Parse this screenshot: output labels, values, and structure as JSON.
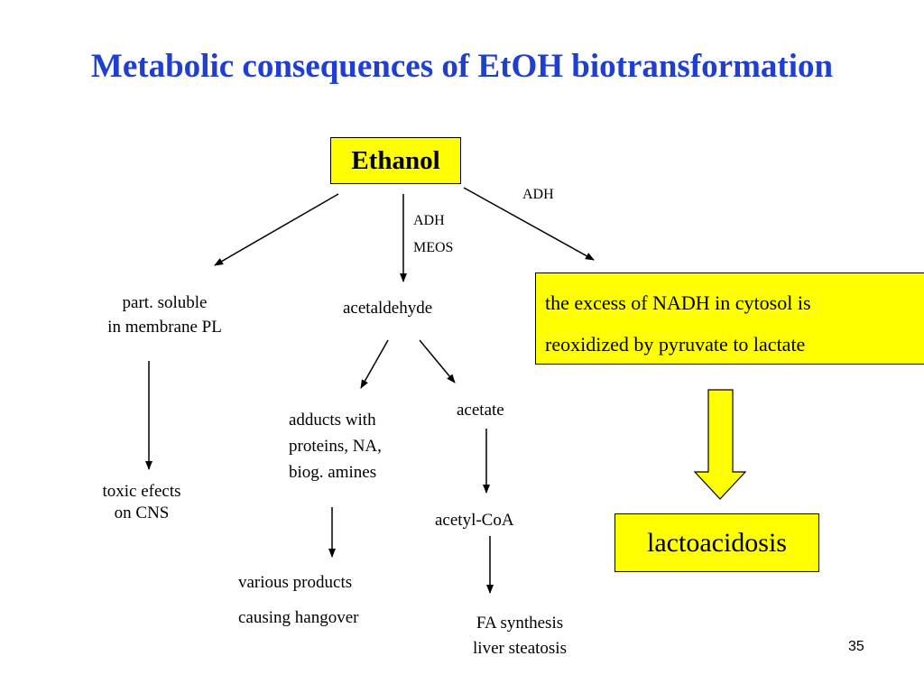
{
  "title": "Metabolic consequences of EtOH biotransformation",
  "nodes": {
    "ethanol": "Ethanol",
    "membrane_line1": "part. soluble",
    "membrane_line2": "in membrane PL",
    "acetaldehyde": "acetaldehyde",
    "nadh_line1": "the excess of NADH in cytosol is",
    "nadh_line2": "reoxidized by pyruvate to lactate",
    "toxic_line1": "toxic efects",
    "toxic_line2": "on CNS",
    "adducts_line1": "adducts with",
    "adducts_line2": "proteins, NA,",
    "adducts_line3": "biog. amines",
    "acetate": "acetate",
    "acetyl_coa": "acetyl-CoA",
    "lactoacidosis": "lactoacidosis",
    "various_line1": "various products",
    "various_line2": "causing hangover",
    "fa_line1": "FA synthesis",
    "fa_line2": "liver steatosis"
  },
  "enzymes": {
    "adh_right": "ADH",
    "adh_center": "ADH",
    "meos_center": "MEOS"
  },
  "colors": {
    "title": "#1f3fd1",
    "box_fill": "#ffff00"
  },
  "page_number": "35"
}
